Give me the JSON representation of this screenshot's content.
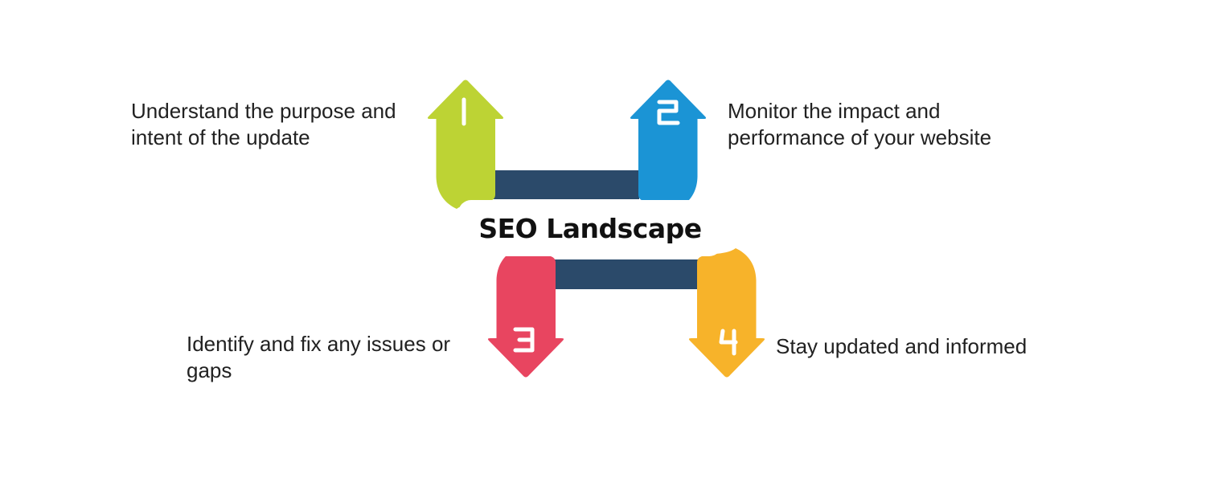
{
  "title": "SEO Landscape",
  "colors": {
    "connector_bar": "#2b4a6a",
    "band_background": "#ffffff",
    "title_text": "#111111",
    "label_text": "#212121",
    "number_stroke": "#ffffff",
    "step1_green": "#bdd334",
    "step2_blue": "#1b94d5",
    "step3_red": "#e84560",
    "step4_orange": "#f7b32a"
  },
  "steps": [
    {
      "number": "1",
      "direction": "up",
      "color": "#bdd334",
      "label": "Understand the purpose and\nintent of the update"
    },
    {
      "number": "2",
      "direction": "up",
      "color": "#1b94d5",
      "label": "Monitor the impact and\nperformance of your website"
    },
    {
      "number": "3",
      "direction": "down",
      "color": "#e84560",
      "label": "Identify and fix any issues or\ngaps"
    },
    {
      "number": "4",
      "direction": "down",
      "color": "#f7b32a",
      "label": "Stay updated and informed"
    }
  ]
}
